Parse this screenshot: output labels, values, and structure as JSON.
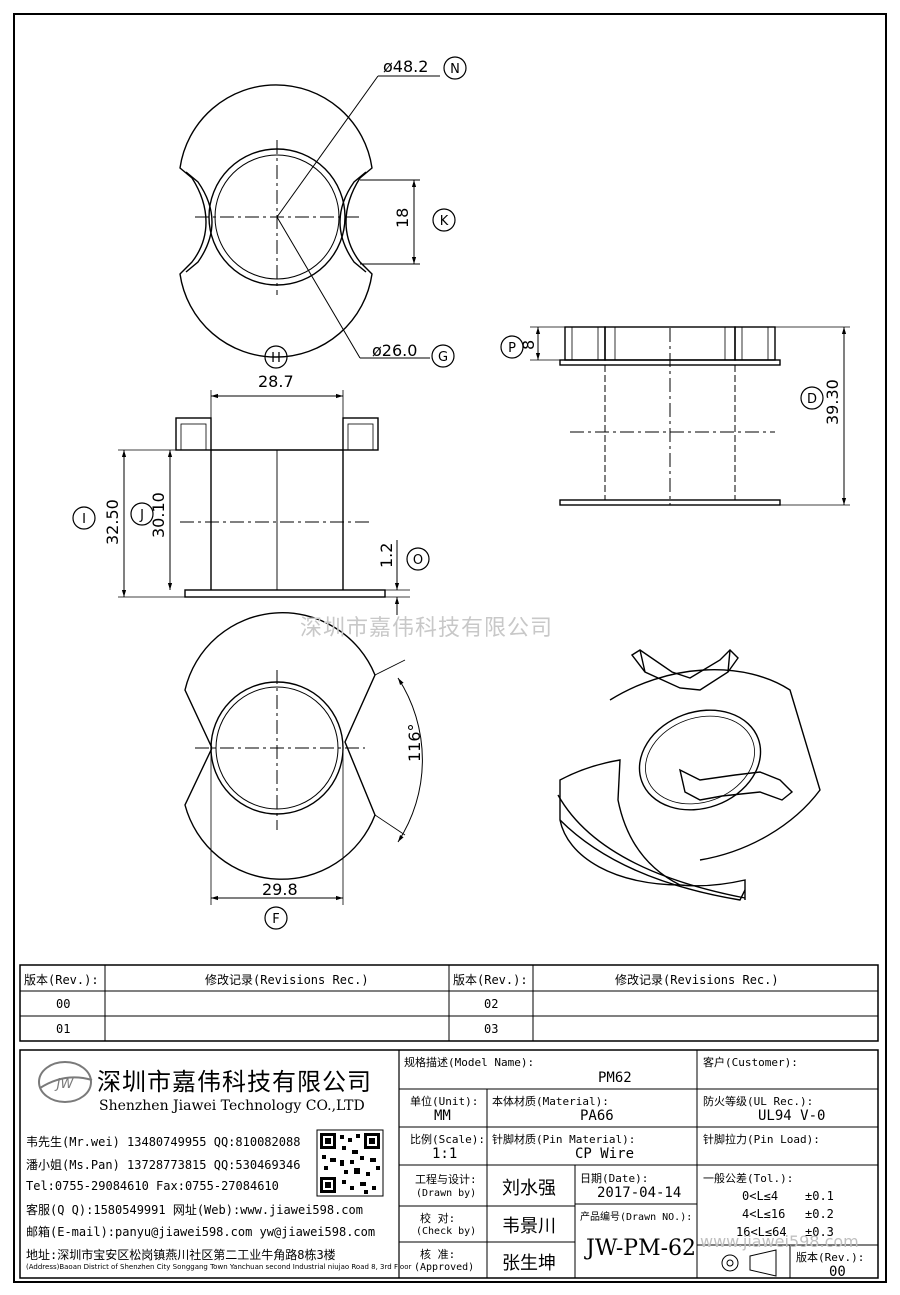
{
  "drawing": {
    "dims": {
      "d48": "ø48.2",
      "n": "N",
      "d18": "18",
      "k": "K",
      "d26": "ø26.0",
      "g": "G",
      "d28": "28.7",
      "h": "H",
      "d325": "32.50",
      "i": "I",
      "d301": "30.10",
      "j": "J",
      "d12": "1.2",
      "o": "O",
      "p8": "8",
      "p": "P",
      "d393": "39.30",
      "d": "D",
      "a116": "116°",
      "d298": "29.8",
      "f": "F"
    },
    "watermark": "深圳市嘉伟科技有限公司",
    "watermark_url": "www.jiawei598.com"
  },
  "revisions": {
    "header_rev": "版本(Rev.):",
    "header_rec": "修改记录(Revisions Rec.)",
    "rows": [
      {
        "left": "00",
        "right": "02"
      },
      {
        "left": "01",
        "right": "03"
      }
    ]
  },
  "company": {
    "logo": "JW",
    "name_cn": "深圳市嘉伟科技有限公司",
    "name_en": "Shenzhen Jiawei Technology CO.,LTD",
    "contacts": [
      "韦先生(Mr.wei)  13480749955 QQ:810082088",
      "潘小姐(Ms.Pan)  13728773815 QQ:530469346",
      "Tel:0755-29084610      Fax:0755-27084610",
      "客服(Q Q):1580549991   网址(Web):www.jiawei598.com",
      "邮箱(E-mail):panyu@jiawei598.com  yw@jiawei598.com"
    ],
    "address_cn": "地址:深圳市宝安区松岗镇燕川社区第二工业牛角路8栋3楼",
    "address_en": "(Address)Baoan District of Shenzhen City Songgang Town Yanchuan  second Industrial niujao Road 8, 3rd Floor"
  },
  "title_block": {
    "model_label": "规格描述(Model Name):",
    "model_value": "PM62",
    "customer_label": "客户(Customer):",
    "unit_label": "单位(Unit):",
    "unit_value": "MM",
    "material_label": "本体材质(Material):",
    "material_value": "PA66",
    "ul_label": "防火等级(UL Rec.):",
    "ul_value": "UL94 V-0",
    "scale_label": "比例(Scale):",
    "scale_value": "1:1",
    "pin_material_label": "针脚材质(Pin Material):",
    "pin_material_value": "CP Wire",
    "pin_load_label": "针脚拉力(Pin Load):",
    "drawn_label_cn": "工程与设计:",
    "drawn_label_en": "(Drawn by)",
    "drawn_value": "刘水强",
    "check_label_cn": "校  对:",
    "check_label_en": "(Check by)",
    "check_value": "韦景川",
    "approved_label_cn": "核  准:",
    "approved_label_en": "(Approved)",
    "approved_value": "张生坤",
    "date_label": "日期(Date):",
    "date_value": "2017-04-14",
    "drawn_no_label": "产品编号(Drawn NO.):",
    "drawn_no_value": "JW-PM-62",
    "tol_label": "一般公差(Tol.):",
    "tol_rows": [
      {
        "range": "0<L≤4",
        "value": "±0.1"
      },
      {
        "range": "4<L≤16",
        "value": "±0.2"
      },
      {
        "range": "16<L≤64",
        "value": "±0.3"
      }
    ],
    "rev_label": "版本(Rev.):",
    "rev_value": "00"
  }
}
